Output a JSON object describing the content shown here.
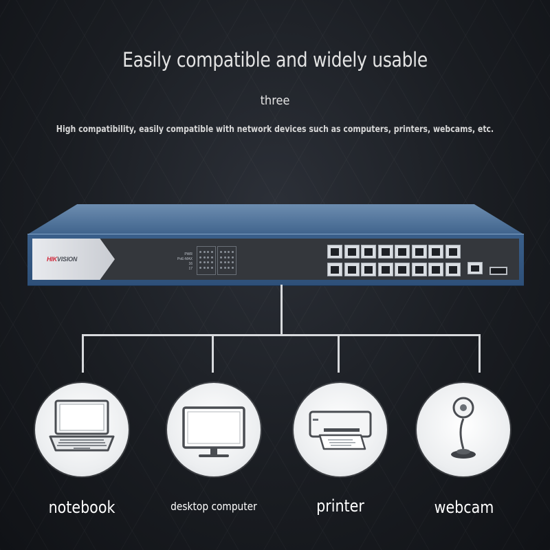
{
  "heading": {
    "title": "Easily compatible and widely usable",
    "subtitle": "three",
    "description": "High compatibility, easily compatible with network devices such as computers, printers, webcams, etc."
  },
  "switch": {
    "brand_primary": "HIK",
    "brand_secondary": "VISION",
    "led_labels": [
      "PWR",
      "PoE-MAX",
      "16",
      "17"
    ],
    "body_color": "#3a5f8a",
    "brand_color": "#d0283a",
    "rj45_ports": 16,
    "uplink_ports": 1,
    "sfp_ports": 1
  },
  "devices": [
    {
      "label": "notebook",
      "icon": "laptop-icon"
    },
    {
      "label": "desktop computer",
      "icon": "monitor-icon"
    },
    {
      "label": "printer",
      "icon": "printer-icon"
    },
    {
      "label": "webcam",
      "icon": "webcam-icon"
    }
  ]
}
